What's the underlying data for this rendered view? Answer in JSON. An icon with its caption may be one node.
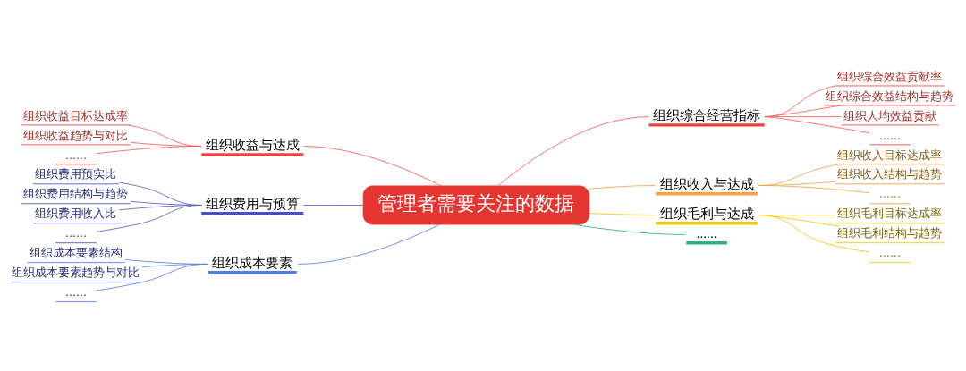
{
  "diagram": {
    "nodes": [
      {
        "text": [
          "管理者需要关注的数据"
        ]
      },
      {
        "text": [
          "组织收益与达成"
        ]
      },
      {
        "text": [
          "组织收益目标达成率"
        ]
      },
      {
        "text": [
          "组织收益趋势与对比"
        ]
      },
      {
        "text": [
          "......"
        ]
      },
      {
        "text": [
          "组织费用与预算"
        ]
      },
      {
        "text": [
          "组织费用预实比"
        ]
      },
      {
        "text": [
          "组织费用结构与趋势"
        ]
      },
      {
        "text": [
          "组织费用收入比"
        ]
      },
      {
        "text": [
          "......"
        ]
      },
      {
        "text": [
          "组织成本要素"
        ]
      },
      {
        "text": [
          "组织成本要素结构"
        ]
      },
      {
        "text": [
          "组织成本要素趋势与对比"
        ]
      },
      {
        "text": [
          "......"
        ]
      },
      {
        "text": [
          "组织综合经营指标"
        ]
      },
      {
        "text": [
          "组织综合效益贡献率"
        ]
      },
      {
        "text": [
          "组织综合效益结构与趋势"
        ]
      },
      {
        "text": [
          "组织人均效益贡献"
        ]
      },
      {
        "text": [
          "......"
        ]
      },
      {
        "text": [
          "组织收入与达成"
        ]
      },
      {
        "text": [
          "组织收入目标达成率"
        ]
      },
      {
        "text": [
          "组织收入结构与趋势"
        ]
      },
      {
        "text": [
          "......"
        ]
      },
      {
        "text": [
          "组织毛利与达成"
        ]
      },
      {
        "text": [
          "组织毛利目标达成率"
        ]
      },
      {
        "text": [
          "组织毛利结构与趋势"
        ]
      },
      {
        "text": [
          "......"
        ]
      },
      {
        "text": [
          "......"
        ]
      }
    ],
    "edges": [
      {
        "from": 0,
        "to": 1,
        "arrow": "none",
        "color": "#f0605a"
      },
      {
        "from": 1,
        "to": 2,
        "arrow": "none",
        "color": "#f0605a"
      },
      {
        "from": 1,
        "to": 3,
        "arrow": "none",
        "color": "#f0605a"
      },
      {
        "from": 1,
        "to": 4,
        "arrow": "none",
        "color": "#f0605a"
      },
      {
        "from": 0,
        "to": 5,
        "arrow": "none",
        "color": "#5a5ec8"
      },
      {
        "from": 5,
        "to": 6,
        "arrow": "none",
        "color": "#5a5ec8"
      },
      {
        "from": 5,
        "to": 7,
        "arrow": "none",
        "color": "#5a5ec8"
      },
      {
        "from": 5,
        "to": 8,
        "arrow": "none",
        "color": "#5a5ec8"
      },
      {
        "from": 5,
        "to": 9,
        "arrow": "none",
        "color": "#5a5ec8"
      },
      {
        "from": 0,
        "to": 10,
        "arrow": "none",
        "color": "#5a7ff0"
      },
      {
        "from": 10,
        "to": 11,
        "arrow": "none",
        "color": "#5a7ff0"
      },
      {
        "from": 10,
        "to": 12,
        "arrow": "none",
        "color": "#5a7ff0"
      },
      {
        "from": 10,
        "to": 13,
        "arrow": "none",
        "color": "#5a7ff0"
      },
      {
        "from": 0,
        "to": 14,
        "arrow": "none",
        "color": "#f0605a"
      },
      {
        "from": 14,
        "to": 15,
        "arrow": "none",
        "color": "#f0605a"
      },
      {
        "from": 14,
        "to": 16,
        "arrow": "none",
        "color": "#f0605a"
      },
      {
        "from": 14,
        "to": 17,
        "arrow": "none",
        "color": "#f0605a"
      },
      {
        "from": 14,
        "to": 18,
        "arrow": "none",
        "color": "#f0605a"
      },
      {
        "from": 0,
        "to": 19,
        "arrow": "none",
        "color": "#f5a24e"
      },
      {
        "from": 19,
        "to": 20,
        "arrow": "none",
        "color": "#f5a24e"
      },
      {
        "from": 19,
        "to": 21,
        "arrow": "none",
        "color": "#f5a24e"
      },
      {
        "from": 19,
        "to": 22,
        "arrow": "none",
        "color": "#f5a24e"
      },
      {
        "from": 0,
        "to": 23,
        "arrow": "none",
        "color": "#f0c419"
      },
      {
        "from": 23,
        "to": 24,
        "arrow": "none",
        "color": "#f0c419"
      },
      {
        "from": 23,
        "to": 25,
        "arrow": "none",
        "color": "#f0c419"
      },
      {
        "from": 23,
        "to": 26,
        "arrow": "none",
        "color": "#f0c419"
      },
      {
        "from": 0,
        "to": 27,
        "arrow": "none",
        "color": "#2fb27a"
      }
    ]
  }
}
